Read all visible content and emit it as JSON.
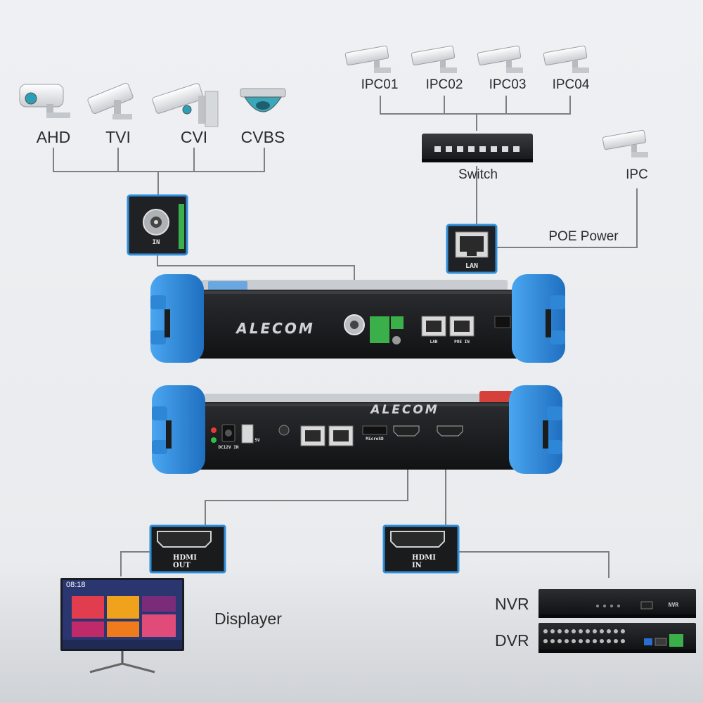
{
  "analog": {
    "cameras": [
      {
        "label": "AHD"
      },
      {
        "label": "TVI"
      },
      {
        "label": "CVI"
      },
      {
        "label": "CVBS"
      }
    ],
    "bnc_port_label": "IN"
  },
  "network": {
    "cameras": [
      {
        "label": "IPC01"
      },
      {
        "label": "IPC02"
      },
      {
        "label": "IPC03"
      },
      {
        "label": "IPC04"
      }
    ],
    "switch_label": "Switch",
    "ipc_label": "IPC",
    "poe_label": "POE Power",
    "lan_port_label": "LAN"
  },
  "device": {
    "brand": "ALECOM",
    "top_panel_labels": {
      "lan": "LAN",
      "poe": "POE IN"
    },
    "bottom_panel_labels": {
      "dc": "DC12V IN",
      "usb": "5V",
      "microsd": "MicroSD"
    }
  },
  "outputs": {
    "hdmi_out": "HDMI\nOUT",
    "hdmi_in": "HDMI\nIN",
    "displayer_label": "Displayer",
    "screen_time": "08:18",
    "nvr_label": "NVR",
    "dvr_label": "DVR",
    "nvr_face_text": "NVR"
  },
  "colors": {
    "line": "#7d7f82",
    "bumper": "#2e86d6",
    "port_frame": "#2f8fd8",
    "body": "#1b1c1e"
  }
}
